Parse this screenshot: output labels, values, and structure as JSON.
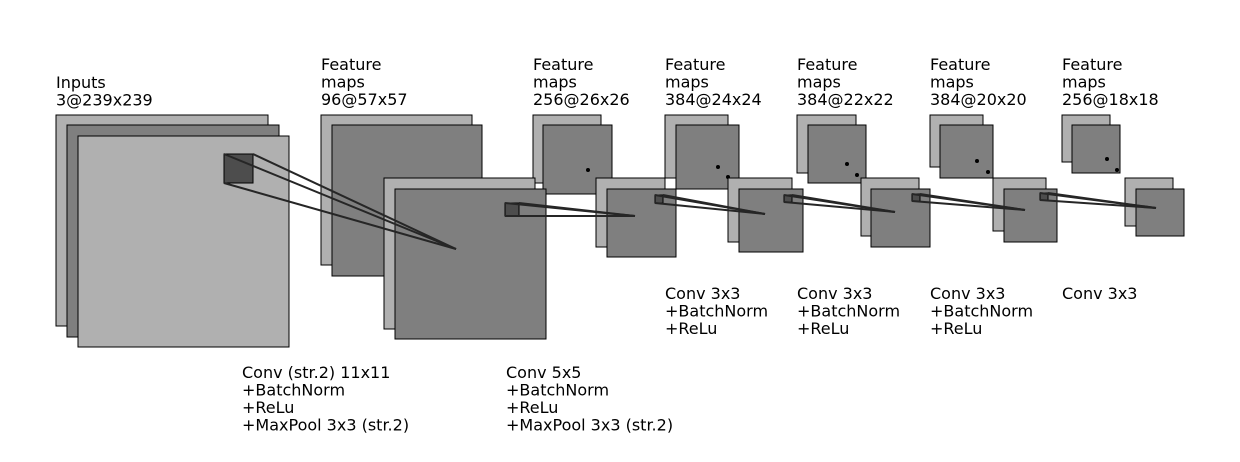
{
  "layers": [
    {
      "label": [
        "Inputs",
        "3@239x239"
      ]
    },
    {
      "label": [
        "Feature",
        "maps",
        "96@57x57"
      ]
    },
    {
      "label": [
        "Feature",
        "maps",
        "256@26x26"
      ]
    },
    {
      "label": [
        "Feature",
        "maps",
        "384@24x24"
      ]
    },
    {
      "label": [
        "Feature",
        "maps",
        "384@22x22"
      ]
    },
    {
      "label": [
        "Feature",
        "maps",
        "384@20x20"
      ]
    },
    {
      "label": [
        "Feature",
        "maps",
        "256@18x18"
      ]
    }
  ],
  "operations": [
    {
      "label": [
        "Conv (str.2) 11x11",
        "+BatchNorm",
        "+ReLu",
        "+MaxPool 3x3 (str.2)"
      ]
    },
    {
      "label": [
        "Conv 5x5",
        "+BatchNorm",
        "+ReLu",
        "+MaxPool 3x3 (str.2)"
      ]
    },
    {
      "label": [
        "Conv 3x3",
        "+BatchNorm",
        "+ReLu"
      ]
    },
    {
      "label": [
        "Conv 3x3",
        "+BatchNorm",
        "+ReLu"
      ]
    },
    {
      "label": [
        "Conv 3x3",
        "+BatchNorm",
        "+ReLu"
      ]
    },
    {
      "label": [
        "Conv 3x3"
      ]
    }
  ],
  "colors": {
    "light_map": "#b0b0b0",
    "dark_map": "#7f7f7f",
    "kernel": "#4d4d4d"
  }
}
